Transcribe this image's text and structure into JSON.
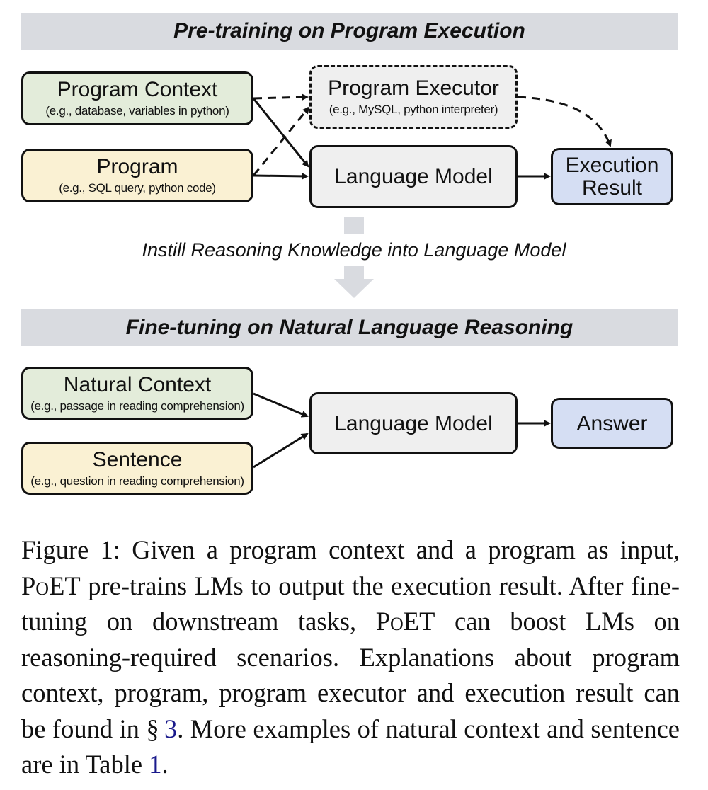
{
  "sections": {
    "pretraining_title": "Pre-training on Program Execution",
    "finetuning_title": "Fine-tuning on Natural Language Reasoning",
    "transition_label": "Instill Reasoning Knowledge into Language Model"
  },
  "pretraining": {
    "program_context": {
      "title": "Program Context",
      "example": "(e.g., database, variables in python)"
    },
    "program": {
      "title": "Program",
      "example": "(e.g., SQL query, python code)"
    },
    "program_executor": {
      "title": "Program Executor",
      "example": "(e.g., MySQL, python interpreter)"
    },
    "language_model": {
      "title": "Language Model"
    },
    "execution_result": {
      "title_line1": "Execution",
      "title_line2": "Result"
    }
  },
  "finetuning": {
    "natural_context": {
      "title": "Natural Context",
      "example": "(e.g., passage in reading comprehension)"
    },
    "sentence": {
      "title": "Sentence",
      "example": "(e.g., question in reading comprehension)"
    },
    "language_model": {
      "title": "Language Model"
    },
    "answer": {
      "title": "Answer"
    }
  },
  "caption": {
    "prefix": "Figure 1: Given a program context and a program as input, ",
    "poet1": "PoET",
    "part2": " pre-trains LMs to output the execution re­sult. After fine-tuning on downstream tasks, ",
    "poet2": "PoET",
    "part3": " can boost LMs on reasoning-required scenarios. Explana­tions about program context, program, program execu­tor and execution result can be found in § ",
    "section_ref": "3",
    "part4": ". More ex­amples of natural context and sentence are in Table ",
    "table_ref": "1",
    "suffix": "."
  },
  "colors": {
    "band": "#d9dbe0",
    "green": "#e3ecda",
    "yellow": "#faf1d3",
    "grey": "#efefef",
    "blue": "#d5def3",
    "transition_arrow": "#d9dbe0"
  }
}
